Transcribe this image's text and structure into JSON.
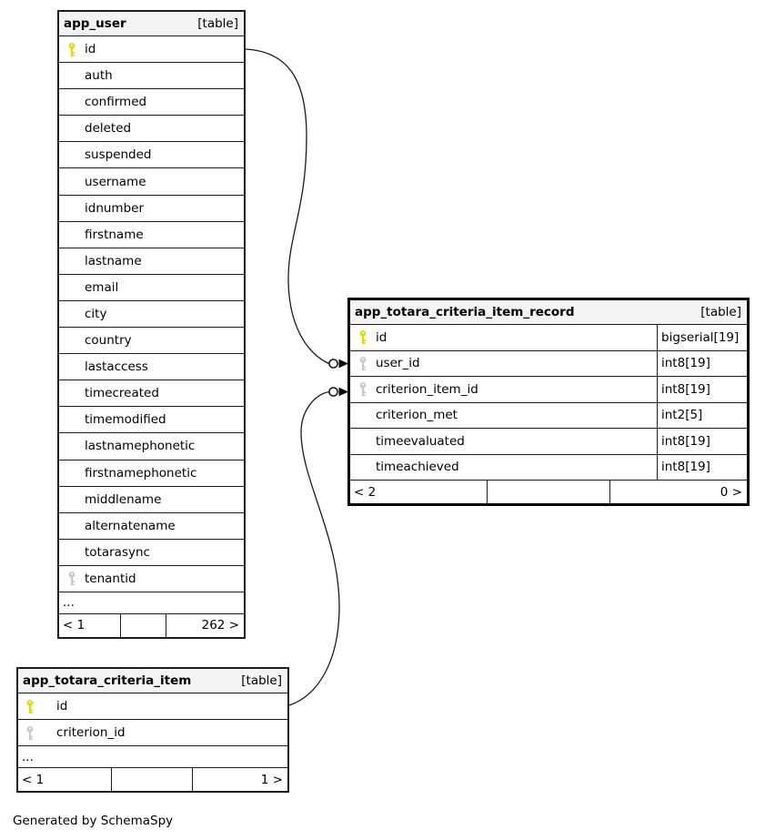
{
  "diagram": {
    "generated_by": "Generated by SchemaSpy"
  },
  "colors": {
    "primary_key": "#dddd00",
    "foreign_key": "#c9c9c9"
  },
  "tables": [
    {
      "id": "app_user",
      "title": "app_user",
      "badge": "[table]",
      "columns": [
        {
          "name": "id",
          "key": "primary"
        },
        {
          "name": "auth"
        },
        {
          "name": "confirmed"
        },
        {
          "name": "deleted"
        },
        {
          "name": "suspended"
        },
        {
          "name": "username"
        },
        {
          "name": "idnumber"
        },
        {
          "name": "firstname"
        },
        {
          "name": "lastname"
        },
        {
          "name": "email"
        },
        {
          "name": "city"
        },
        {
          "name": "country"
        },
        {
          "name": "lastaccess"
        },
        {
          "name": "timecreated"
        },
        {
          "name": "timemodified"
        },
        {
          "name": "lastnamephonetic"
        },
        {
          "name": "firstnamephonetic"
        },
        {
          "name": "middlename"
        },
        {
          "name": "alternatename"
        },
        {
          "name": "totarasync"
        },
        {
          "name": "tenantid",
          "key": "foreign"
        }
      ],
      "ellipsis": "...",
      "footer": {
        "left": "< 1",
        "middle": "",
        "right": "262 >"
      }
    },
    {
      "id": "app_totara_criteria_item_record",
      "title": "app_totara_criteria_item_record",
      "badge": "[table]",
      "columns": [
        {
          "name": "id",
          "key": "primary",
          "type": "bigserial[19]"
        },
        {
          "name": "user_id",
          "key": "foreign",
          "type": "int8[19]"
        },
        {
          "name": "criterion_item_id",
          "key": "foreign",
          "type": "int8[19]"
        },
        {
          "name": "criterion_met",
          "type": "int2[5]"
        },
        {
          "name": "timeevaluated",
          "type": "int8[19]"
        },
        {
          "name": "timeachieved",
          "type": "int8[19]"
        }
      ],
      "footer": {
        "left": "< 2",
        "middle": "",
        "right": "0 >"
      }
    },
    {
      "id": "app_totara_criteria_item",
      "title": "app_totara_criteria_item",
      "badge": "[table]",
      "columns": [
        {
          "name": "id",
          "key": "primary"
        },
        {
          "name": "criterion_id",
          "key": "foreign"
        }
      ],
      "ellipsis": "...",
      "footer": {
        "left": "< 1",
        "middle": "",
        "right": "1 >"
      }
    }
  ],
  "relationships": [
    {
      "from": "app_user.id",
      "to": "app_totara_criteria_item_record.user_id"
    },
    {
      "from": "app_totara_criteria_item.id",
      "to": "app_totara_criteria_item_record.criterion_item_id"
    }
  ]
}
